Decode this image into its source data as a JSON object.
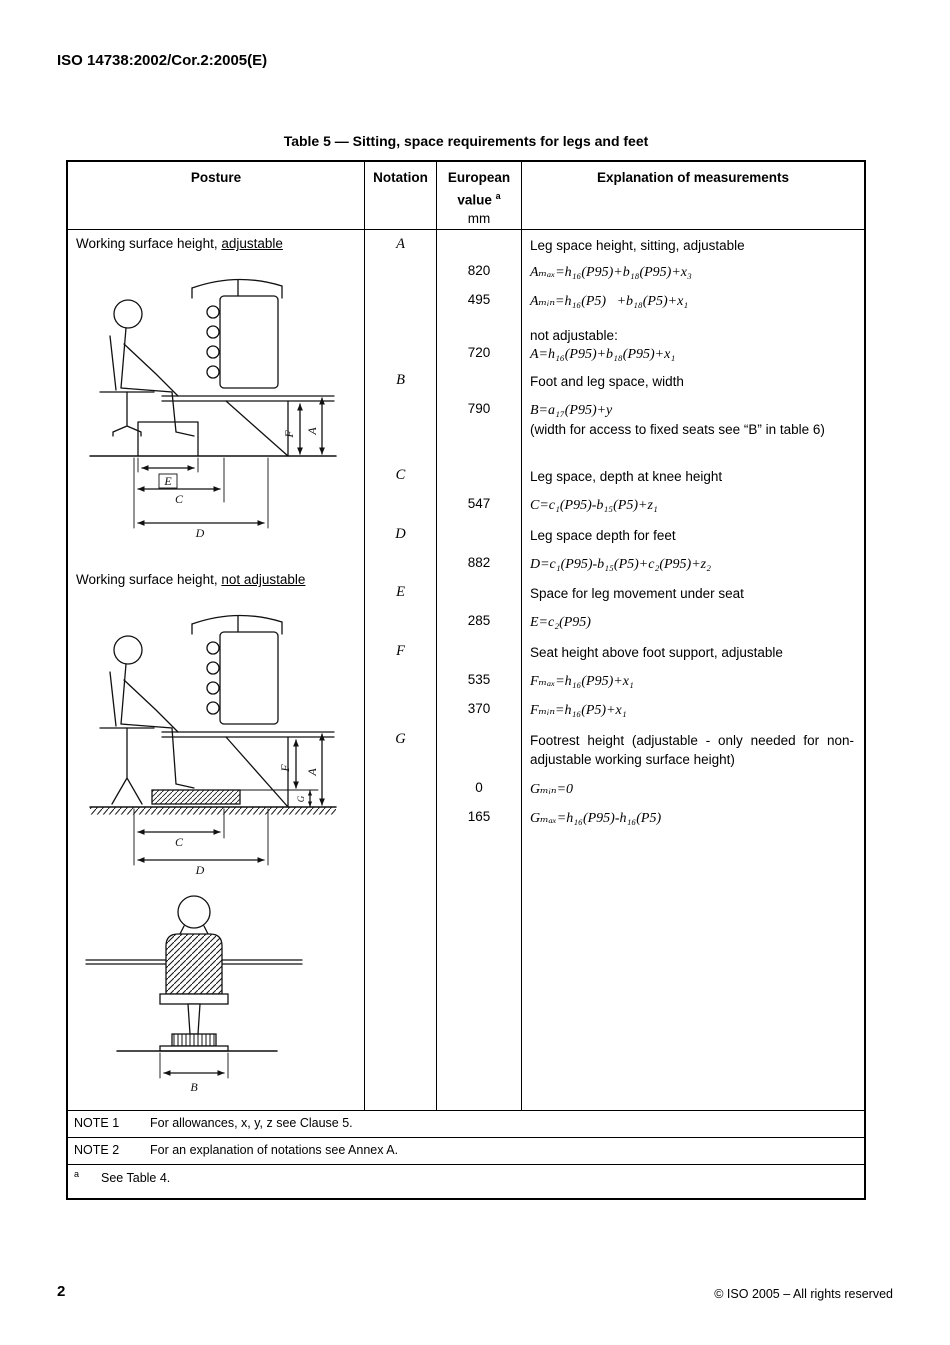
{
  "page": {
    "doc_ref": "ISO 14738:2002/Cor.2:2005(E)",
    "page_number": "2",
    "copyright": "© ISO 2005 – All rights reserved"
  },
  "table": {
    "title": "Table 5 — Sitting, space requirements for legs and feet",
    "header": {
      "posture": "Posture",
      "notation": "Notation",
      "value_line1": "European",
      "value_line2": "value",
      "value_footnote_marker": "a",
      "value_unit": "mm",
      "explanation": "Explanation of measurements"
    },
    "posture": {
      "caption1_prefix": "Working surface height, ",
      "caption1_underlined": "adjustable",
      "caption2_prefix": "Working surface height, ",
      "caption2_underlined": "not adjustable"
    },
    "figures": {
      "fig1": {
        "labels": {
          "F": "F",
          "A": "A",
          "E": "E",
          "C": "C",
          "D": "D"
        }
      },
      "fig2": {
        "labels": {
          "F": "F",
          "A": "A",
          "G": "G",
          "C": "C",
          "D": "D"
        }
      },
      "fig3": {
        "labels": {
          "B": "B"
        }
      }
    },
    "rows": {
      "a_notation": "A",
      "a_label": "Leg space height, sitting, adjustable",
      "a_max_value": "820",
      "a_max_formula": "Aₘₐₓ=h₁₆(P95)+b₁₈(P95)+x₃",
      "a_min_value": "495",
      "a_min_formula": "Aₘᵢₙ=h₁₆(P5)   +b₁₈(P5)+x₁",
      "a_fixed_intro": "not adjustable:",
      "a_fixed_value": "720",
      "a_fixed_formula": "A=h₁₆(P95)+b₁₈(P95)+x₁",
      "b_notation": "B",
      "b_label": "Foot and leg space, width",
      "b_value": "790",
      "b_formula": "B=a₁₇(P95)+y",
      "b_note": "(width for access to fixed seats see “B” in table 6)",
      "c_notation": "C",
      "c_label": "Leg space, depth at knee height",
      "c_value": "547",
      "c_formula": "C=c₁(P95)-b₁₅(P5)+z₁",
      "d_notation": "D",
      "d_label": "Leg space depth for feet",
      "d_value": "882",
      "d_formula": "D=c₁(P95)-b₁₅(P5)+c₂(P95)+z₂",
      "e_notation": "E",
      "e_label": "Space for leg movement under seat",
      "e_value": "285",
      "e_formula": "E=c₂(P95)",
      "f_notation": "F",
      "f_label": "Seat height above foot support, adjustable",
      "f_max_value": "535",
      "f_max_formula": "Fₘₐₓ=h₁₆(P95)+x₁",
      "f_min_value": "370",
      "f_min_formula": "Fₘᵢₙ=h₁₆(P5)+x₁",
      "g_notation": "G",
      "g_label": "Footrest height (adjustable - only needed for non-adjustable working surface height)",
      "g_min_value": "0",
      "g_min_formula": "Gₘᵢₙ=0",
      "g_max_value": "165",
      "g_max_formula": "Gₘₐₓ=h₁₆(P95)-h₁₆(P5)"
    },
    "notes": {
      "note1_label": "NOTE 1",
      "note1_text": "For allowances, x, y, z see Clause 5.",
      "note2_label": "NOTE 2",
      "note2_text": "For an explanation of notations see Annex A."
    },
    "footnote": {
      "marker": "a",
      "text": "See Table 4."
    }
  }
}
